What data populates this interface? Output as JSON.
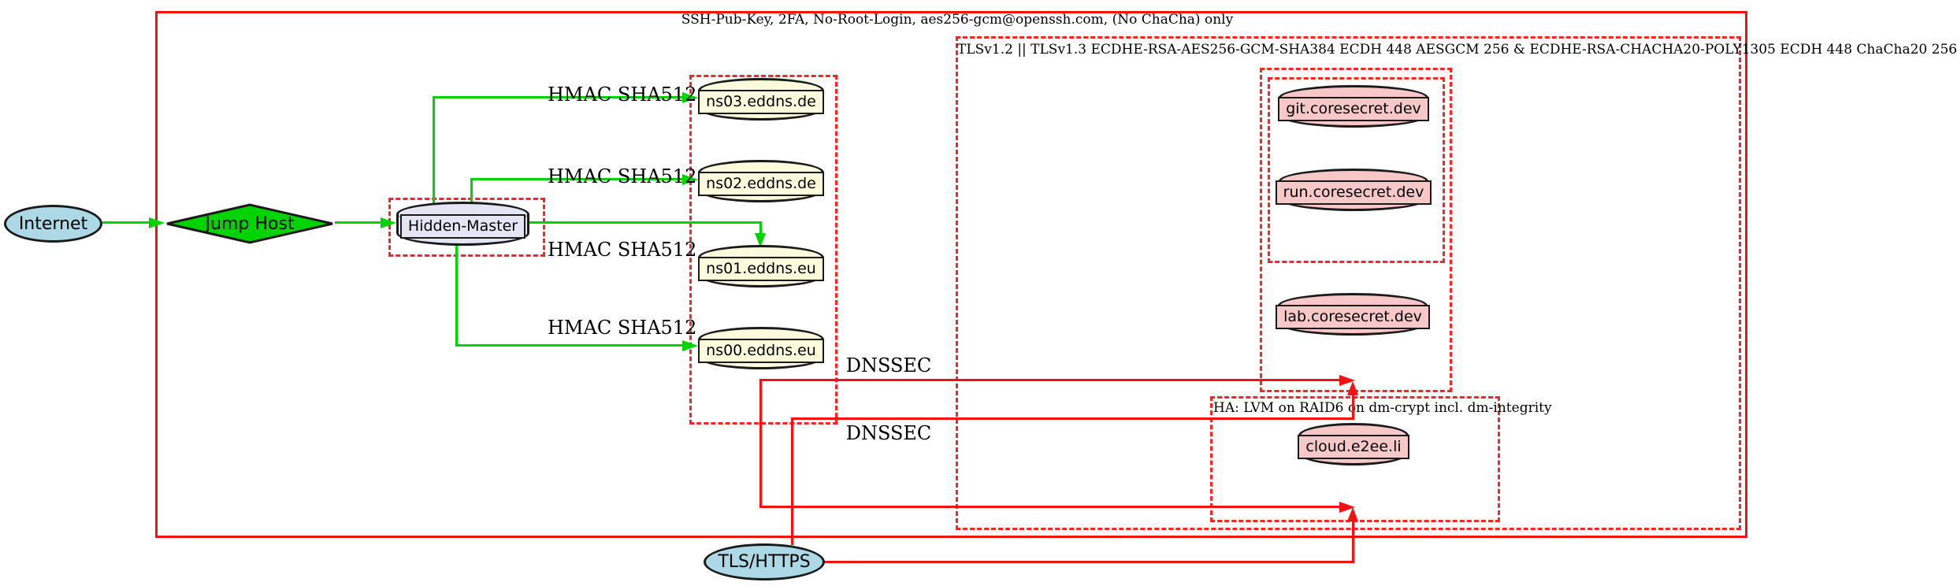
{
  "diagram": {
    "top_label": "SSH-Pub-Key, 2FA, No-Root-Login, aes256-gcm@openssh.com, (No ChaCha) only",
    "clusters": {
      "tls": {
        "label": "TLSv1.2 || TLSv1.3 ECDHE-RSA-AES256-GCM-SHA384 ECDH 448 AESGCM 256 & ECDHE-RSA-CHACHA20-POLY1305 ECDH 448 ChaCha20 256"
      },
      "ha": {
        "label": "HA: LVM on RAID6 on dm-crypt incl. dm-integrity"
      }
    },
    "nodes": {
      "internet": {
        "label": "Internet",
        "shape": "ellipse",
        "color": "#add8e6"
      },
      "jump_host": {
        "label": "Jump Host",
        "shape": "diamond",
        "color": "#00d400"
      },
      "hidden_master": {
        "label": "Hidden-Master",
        "shape": "cylinder",
        "color": "#e4e4f4"
      },
      "ns03": {
        "label": "ns03.eddns.de",
        "shape": "cylinder",
        "color": "#fcfcdc"
      },
      "ns02": {
        "label": "ns02.eddns.de",
        "shape": "cylinder",
        "color": "#fcfcdc"
      },
      "ns01": {
        "label": "ns01.eddns.eu",
        "shape": "cylinder",
        "color": "#fcfcdc"
      },
      "ns00": {
        "label": "ns00.eddns.eu",
        "shape": "cylinder",
        "color": "#fcfcdc"
      },
      "git": {
        "label": "git.coresecret.dev",
        "shape": "cylinder",
        "color": "#f8c8c8"
      },
      "run": {
        "label": "run.coresecret.dev",
        "shape": "cylinder",
        "color": "#f8c8c8"
      },
      "lab": {
        "label": "lab.coresecret.dev",
        "shape": "cylinder",
        "color": "#f8c8c8"
      },
      "cloud": {
        "label": "cloud.e2ee.li",
        "shape": "cylinder",
        "color": "#f8c8c8"
      },
      "tls_https": {
        "label": "TLS/HTTPS",
        "shape": "ellipse",
        "color": "#add8e6"
      }
    },
    "edge_labels": {
      "hmac1": "HMAC SHA512",
      "hmac2": "HMAC SHA512",
      "hmac3": "HMAC SHA512",
      "hmac4": "HMAC SHA512",
      "dnssec1": "DNSSEC",
      "dnssec2": "DNSSEC"
    },
    "colors": {
      "edge_secure_green": "#00d400",
      "edge_red": "#f51111",
      "cluster_border_red": "#fb2424",
      "node_border": "#1a1a1a"
    }
  }
}
